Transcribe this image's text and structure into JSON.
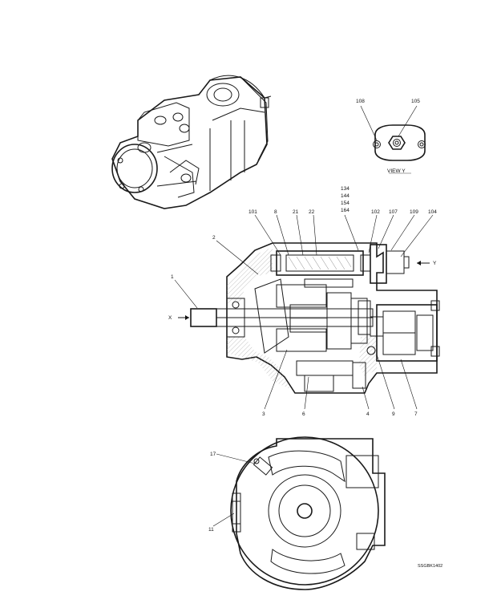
{
  "view_y_caption": "VIEW  Y",
  "view_y_callouts": [
    "108",
    "105"
  ],
  "section_callouts": {
    "stack": [
      "134",
      "144",
      "154",
      "164"
    ],
    "top": [
      "101",
      "8",
      "21",
      "22",
      "102",
      "107",
      "109",
      "104"
    ],
    "left": [
      "2",
      "1"
    ],
    "bottom": [
      "3",
      "6",
      "4",
      "9",
      "7"
    ],
    "arrows": [
      "X",
      "Y"
    ]
  },
  "rear_view_callouts": [
    "17",
    "11"
  ],
  "figure_code": "SSGBK1402"
}
